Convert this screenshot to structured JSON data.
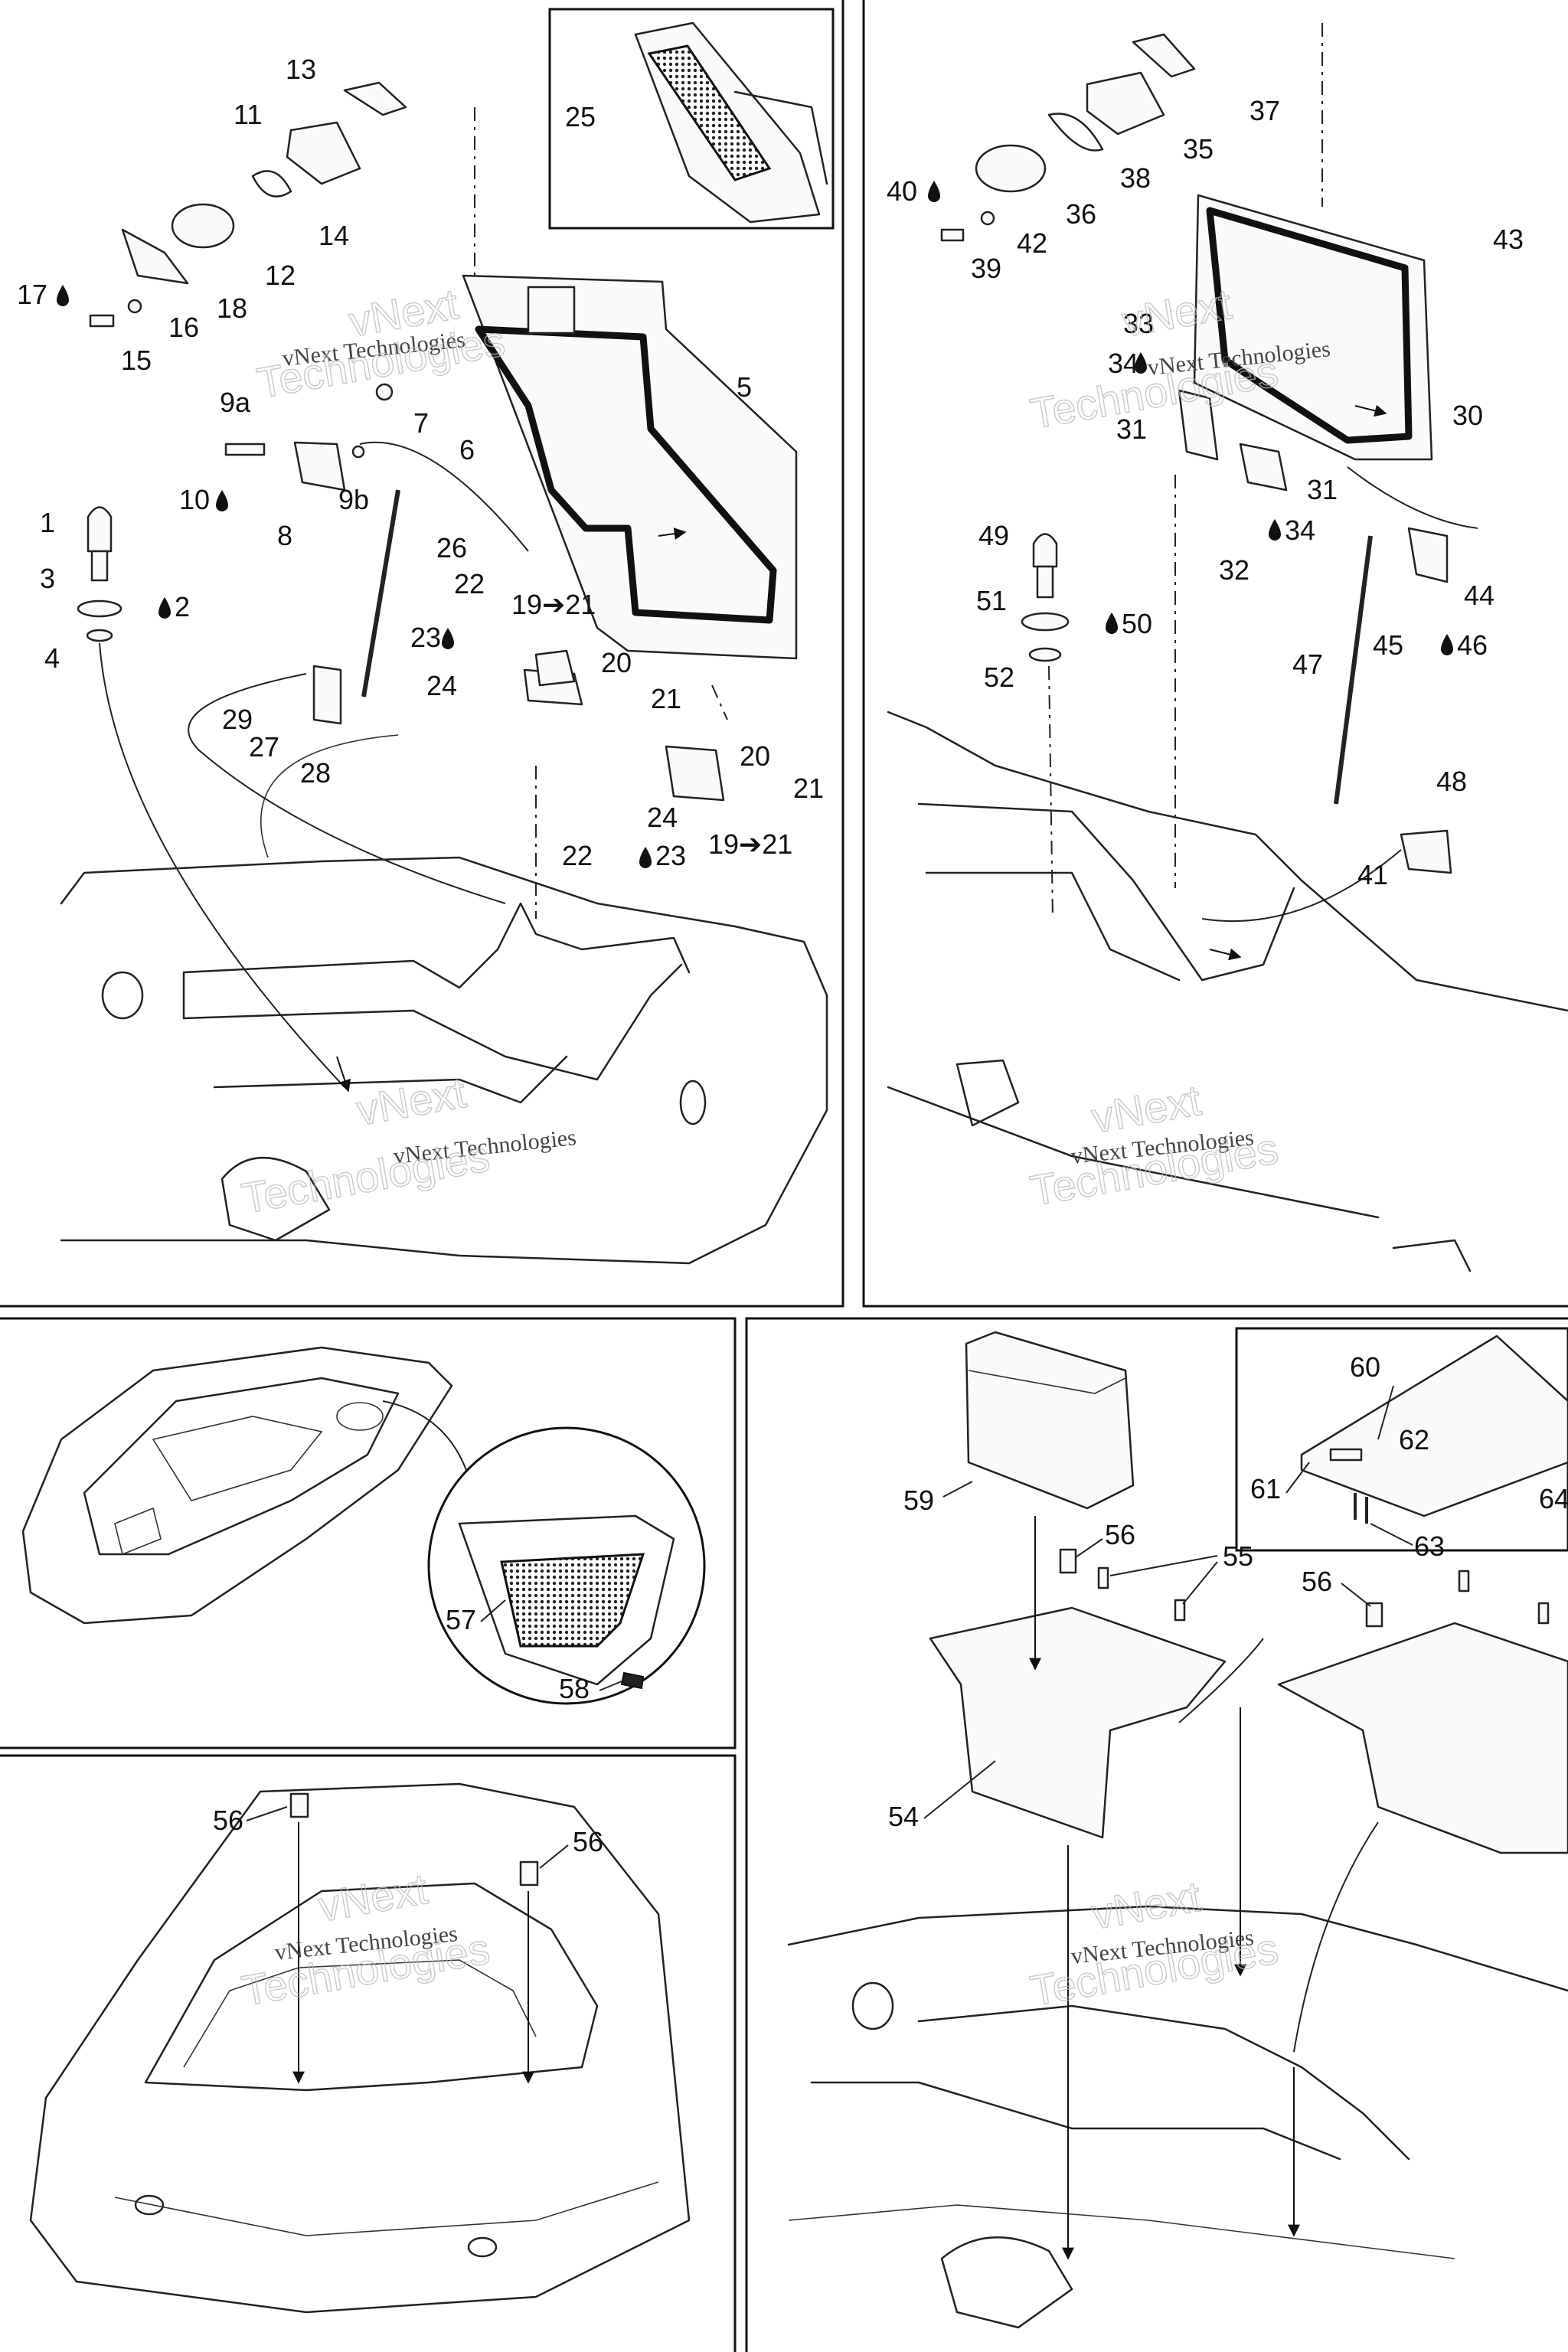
{
  "diagram": {
    "watermark_small": "vNext Technologies",
    "watermark_large_1": "vNext",
    "watermark_large_2": "Technologies",
    "panels": [
      {
        "id": "panel-top-left"
      },
      {
        "id": "panel-top-right"
      },
      {
        "id": "panel-middle-left"
      },
      {
        "id": "panel-bottom-left"
      },
      {
        "id": "panel-bottom-right"
      }
    ],
    "callouts": {
      "top_left": [
        "13",
        "11",
        "14",
        "12",
        "18",
        "17",
        "16",
        "15",
        "25",
        "5",
        "7",
        "6",
        "9a",
        "10",
        "9b",
        "8",
        "26",
        "1",
        "2",
        "3",
        "4",
        "22",
        "23",
        "19➔21",
        "20",
        "21",
        "24",
        "29",
        "27",
        "28",
        "19➔21",
        "20",
        "21",
        "24",
        "22",
        "23"
      ],
      "top_right": [
        "37",
        "35",
        "38",
        "40",
        "36",
        "42",
        "39",
        "43",
        "33",
        "34",
        "30",
        "31",
        "31",
        "34",
        "32",
        "49",
        "51",
        "50",
        "52",
        "44",
        "45",
        "46",
        "47",
        "48",
        "41"
      ],
      "middle_left": [
        "57",
        "58"
      ],
      "bottom_left": [
        "56",
        "56"
      ],
      "bottom_right": [
        "59",
        "56",
        "55",
        "54",
        "60",
        "62",
        "61",
        "64",
        "63",
        "56"
      ]
    }
  }
}
